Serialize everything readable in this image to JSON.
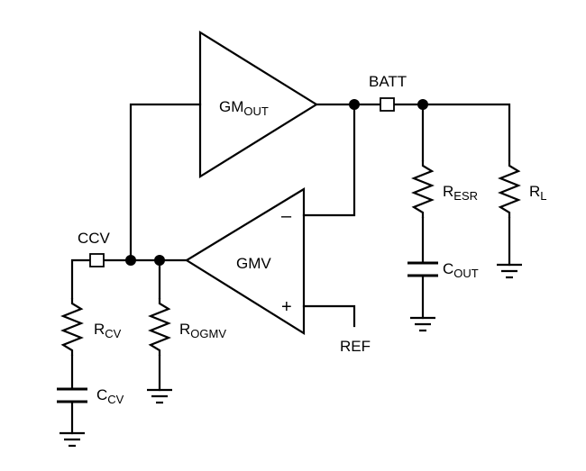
{
  "diagram": {
    "amplifiers": {
      "gm_out": {
        "label": "GM",
        "sub": "OUT"
      },
      "gmv": {
        "label": "GMV",
        "inverting": "–",
        "noninverting": "+"
      }
    },
    "pins": {
      "batt": "BATT",
      "ccv": "CCV",
      "ref": "REF"
    },
    "components": {
      "r_esr": {
        "label": "R",
        "sub": "ESR"
      },
      "r_l": {
        "label": "R",
        "sub": "L"
      },
      "c_out": {
        "label": "C",
        "sub": "OUT"
      },
      "r_cv": {
        "label": "R",
        "sub": "CV"
      },
      "r_ogmv": {
        "label": "R",
        "sub": "OGMV"
      },
      "c_cv": {
        "label": "C",
        "sub": "CV"
      }
    }
  }
}
